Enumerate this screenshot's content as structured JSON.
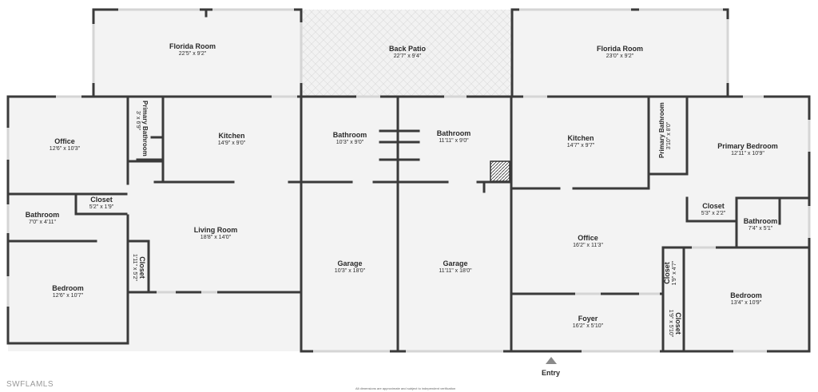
{
  "rooms": [
    {
      "key": "florida_room_left",
      "name": "Florida Room",
      "dims": "22'5\" x 9'2\""
    },
    {
      "key": "back_patio",
      "name": "Back Patio",
      "dims": "22'7\" x 9'4\""
    },
    {
      "key": "florida_room_right",
      "name": "Florida Room",
      "dims": "23'0\" x 9'2\""
    },
    {
      "key": "office_left",
      "name": "Office",
      "dims": "12'6\" x 10'3\""
    },
    {
      "key": "primary_bath_left",
      "name": "Primary Bathroom",
      "dims": "3' x 6'9\""
    },
    {
      "key": "kitchen_left",
      "name": "Kitchen",
      "dims": "14'9\" x 9'0\""
    },
    {
      "key": "bathroom_mid_left",
      "name": "Bathroom",
      "dims": "10'3\" x 9'0\""
    },
    {
      "key": "bathroom_mid_right",
      "name": "Bathroom",
      "dims": "11'11\" x 9'0\""
    },
    {
      "key": "kitchen_right",
      "name": "Kitchen",
      "dims": "14'7\" x 9'7\""
    },
    {
      "key": "primary_bath_right",
      "name": "Primary Bathroom",
      "dims": "3'10\" x 8'0\""
    },
    {
      "key": "primary_bedroom",
      "name": "Primary Bedroom",
      "dims": "12'11\" x 10'9\""
    },
    {
      "key": "closet_left_top",
      "name": "Closet",
      "dims": "5'2\" x 1'9\""
    },
    {
      "key": "bathroom_left",
      "name": "Bathroom",
      "dims": "7'0\" x 4'11\""
    },
    {
      "key": "living_room",
      "name": "Living Room",
      "dims": "18'8\" x 14'0\""
    },
    {
      "key": "closet_left_vert",
      "name": "Closet",
      "dims": "1'11\" x 5'2\""
    },
    {
      "key": "bedroom_left",
      "name": "Bedroom",
      "dims": "12'6\" x 10'7\""
    },
    {
      "key": "garage_left",
      "name": "Garage",
      "dims": "10'3\" x 18'0\""
    },
    {
      "key": "garage_right",
      "name": "Garage",
      "dims": "11'11\" x 18'0\""
    },
    {
      "key": "office_right",
      "name": "Office",
      "dims": "16'2\" x 11'3\""
    },
    {
      "key": "closet_right_top",
      "name": "Closet",
      "dims": "5'3\" x 2'2\""
    },
    {
      "key": "bathroom_right",
      "name": "Bathroom",
      "dims": "7'4\" x 5'1\""
    },
    {
      "key": "closet_right_vert",
      "name": "Closet",
      "dims": "1'9\" x 4'7\""
    },
    {
      "key": "bedroom_right",
      "name": "Bedroom",
      "dims": "13'4\" x 10'9\""
    },
    {
      "key": "foyer",
      "name": "Foyer",
      "dims": "16'2\" x 5'10\""
    },
    {
      "key": "closet_foyer",
      "name": "Closet",
      "dims": "1'9\" x 5'10\""
    }
  ],
  "entry_label": "Entry",
  "watermark": "SWFLAMLS",
  "disclaimer": "All dimensions are approximate and subject to independent verification",
  "colors": {
    "wall": "#3a3a3a",
    "floor": "#f3f3f3",
    "window": "#d9d9d9",
    "patio": "#e6e6e6"
  }
}
